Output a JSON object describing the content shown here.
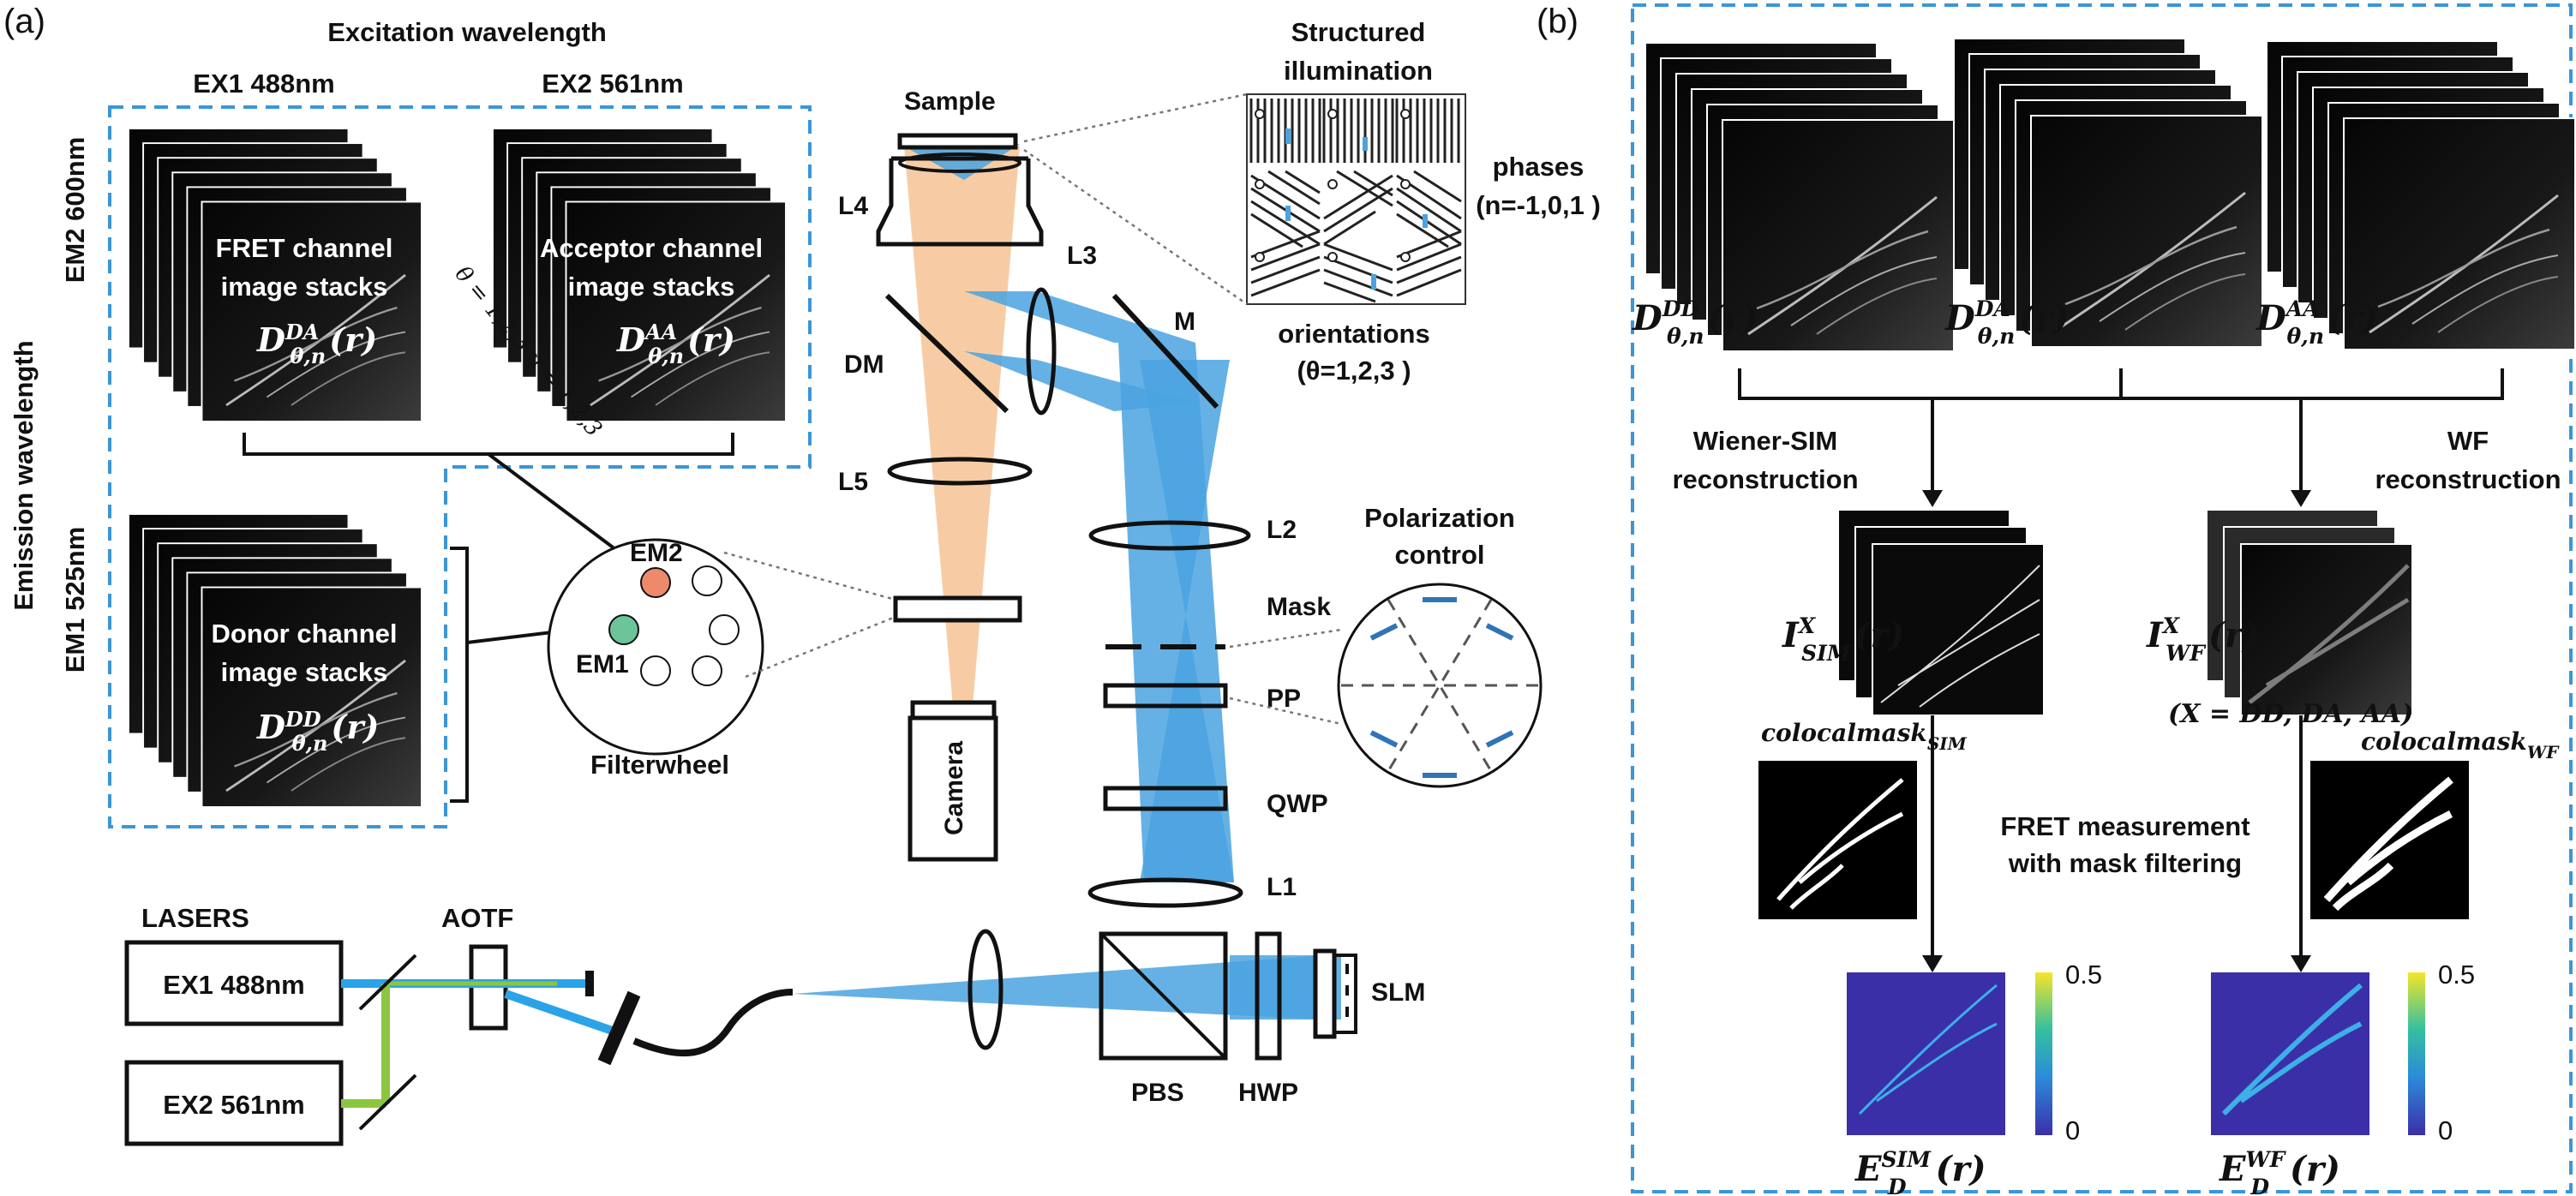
{
  "panel_a": {
    "label": "(a)",
    "excitation_header": "Excitation wavelength",
    "ex1_header": "EX1 488nm",
    "ex2_header": "EX2 561nm",
    "emission_header": "Emission wavelength",
    "em2_label": "EM2 600nm",
    "em1_label": "EM1 525nm",
    "fret_stack": [
      "FRET channel",
      "image stacks"
    ],
    "acceptor_stack": [
      "Acceptor channel",
      "image stacks"
    ],
    "donor_stack": [
      "Donor channel",
      "image stacks"
    ],
    "theta_note": "θ = 1,2,3  n = 1,2,3",
    "filterwheel": {
      "label": "Filterwheel",
      "em1": "EM1",
      "em2": "EM2"
    },
    "structured": [
      "Structured",
      "illumination"
    ],
    "phases": [
      "phases",
      "(n=-1,0,1 )"
    ],
    "orientations": [
      "orientations",
      "(θ=1,2,3 )"
    ],
    "polarization": [
      "Polarization",
      "control"
    ],
    "optics": {
      "sample": "Sample",
      "l4": "L4",
      "l3": "L3",
      "m": "M",
      "dm": "DM",
      "l5": "L5",
      "l2": "L2",
      "mask": "Mask",
      "pp": "PP",
      "qwp": "QWP",
      "l1": "L1",
      "camera": "Camera",
      "slm": "SLM",
      "pbs": "PBS",
      "hwp": "HWP",
      "lasers": "LASERS",
      "aotf": "AOTF",
      "ex1": "EX1 488nm",
      "ex2": "EX2 561nm"
    }
  },
  "panel_b": {
    "label": "(b)",
    "wiener": [
      "Wiener-SIM",
      "reconstruction"
    ],
    "wf": [
      "WF",
      "reconstruction"
    ],
    "x_note": "(X = DD, DA, AA)",
    "fret_measure": [
      "FRET measurement",
      "with mask filtering"
    ],
    "colorbar": {
      "max": "0.5",
      "min": "0"
    }
  },
  "colors": {
    "dashed_box": "#3a96d8",
    "beam_blue": "#4aa3e0",
    "emission_orange": "#f6c79a",
    "em2_filter": "#ee8a6c",
    "em1_filter": "#6cc49a",
    "laser_green": "#8cc63f",
    "fret_map": "#3b2fa8"
  }
}
